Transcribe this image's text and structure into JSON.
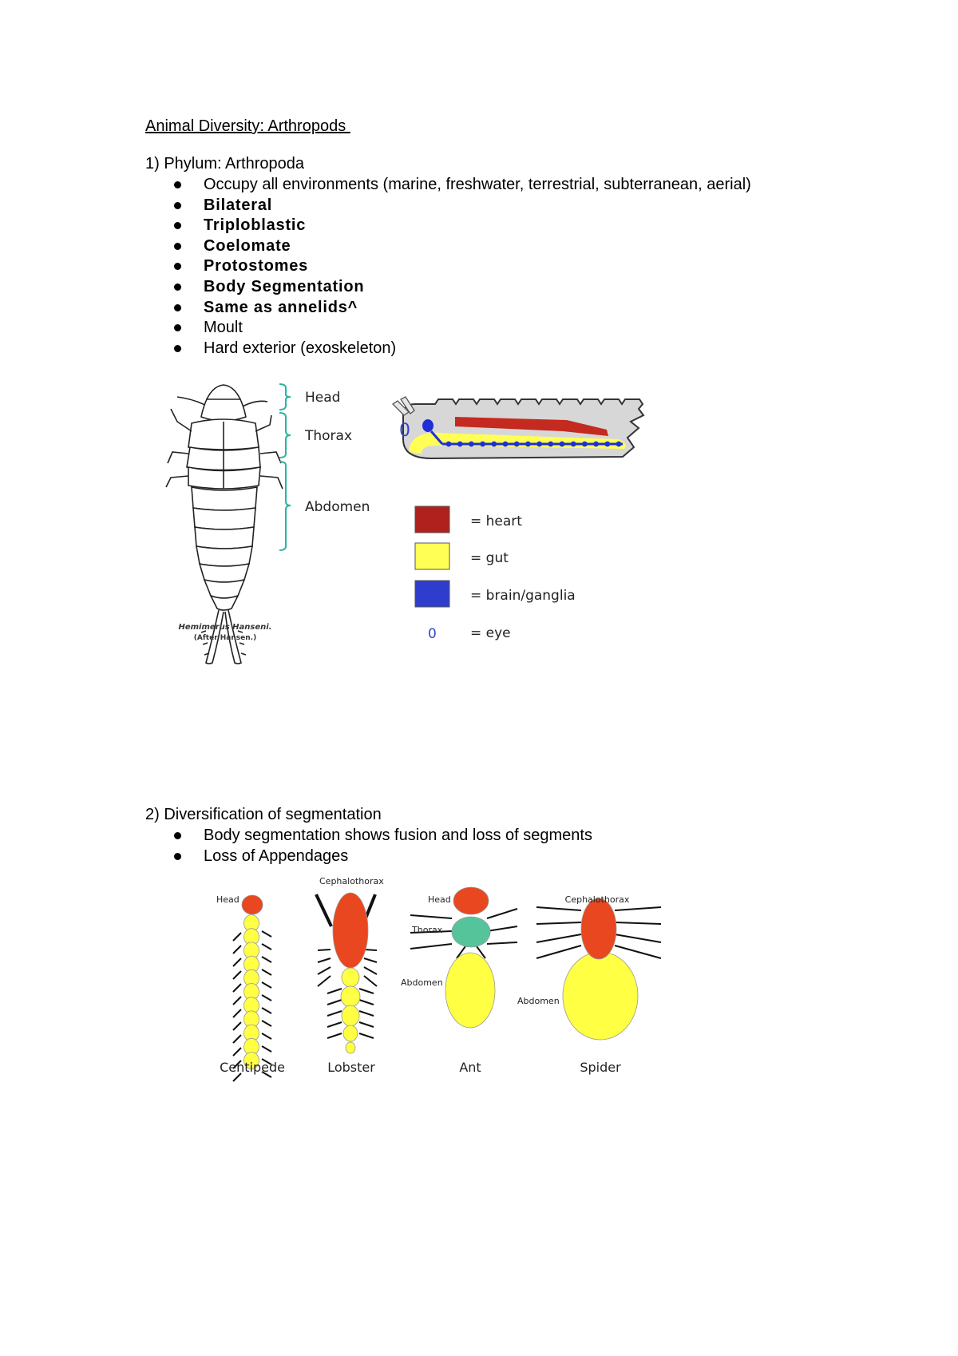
{
  "title": "Animal Diversity: Arthropods ",
  "section1": {
    "heading": "1) Phylum: Arthropoda",
    "bullets": [
      {
        "text": "Occupy all environments (marine, freshwater, terrestrial, subterranean, aerial)",
        "bold": false
      },
      {
        "text": "Bilateral",
        "bold": true
      },
      {
        "text": "Triploblastic",
        "bold": true
      },
      {
        "text": "Coelomate",
        "bold": true
      },
      {
        "text": "Protostomes",
        "bold": true
      },
      {
        "text": "Body Segmentation",
        "bold": true
      },
      {
        "text": "Same as annelids^",
        "bold": true
      },
      {
        "text": "Moult",
        "bold": false
      },
      {
        "text": "Hard exterior (exoskeleton)",
        "bold": false
      }
    ]
  },
  "insect_figure": {
    "labels": {
      "head": "Head",
      "thorax": "Thorax",
      "abdomen": "Abdomen"
    },
    "caption_line1": "Hemimerus Hanseni.",
    "caption_line2": "(After Hansen.)",
    "bracket_color": "#2bb5a0"
  },
  "body_plan_figure": {
    "legend": [
      {
        "label": "= heart",
        "color": "#b0201c",
        "kind": "swatch"
      },
      {
        "label": "= gut",
        "color": "#ffff55",
        "kind": "swatch"
      },
      {
        "label": "= brain/ganglia",
        "color": "#2e3dcc",
        "kind": "swatch"
      },
      {
        "label": "= eye",
        "symbol": "0",
        "color": "#3344cc",
        "kind": "symbol"
      }
    ],
    "eye_symbol": "0"
  },
  "section2": {
    "heading": "2) Diversification of segmentation",
    "bullets": [
      {
        "text": "Body segmentation shows fusion and loss of segments",
        "bold": false
      },
      {
        "text": "Loss of Appendages",
        "bold": false
      }
    ]
  },
  "segmentation_figure": {
    "colors": {
      "head": "#e8471f",
      "thorax": "#55c49a",
      "abdomen": "#ffff44"
    },
    "animals": [
      {
        "name": "Centipede",
        "parts": [
          "Head"
        ]
      },
      {
        "name": "Lobster",
        "parts": [
          "Cephalothorax"
        ]
      },
      {
        "name": "Ant",
        "parts": [
          "Head",
          "Thorax",
          "Abdomen"
        ]
      },
      {
        "name": "Spider",
        "parts": [
          "Cephalothorax",
          "Abdomen"
        ]
      }
    ]
  }
}
